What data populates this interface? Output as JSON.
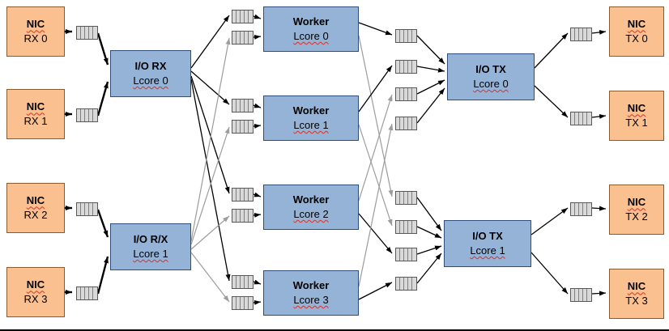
{
  "diagram": {
    "nic_rx": [
      {
        "line1": "NIC",
        "line2": "RX 0"
      },
      {
        "line1": "NIC",
        "line2": "RX 1"
      },
      {
        "line1": "NIC",
        "line2": "RX 2"
      },
      {
        "line1": "NIC",
        "line2": "RX 3"
      }
    ],
    "io_rx": [
      {
        "line1": "I/O RX",
        "line2": "Lcore 0"
      },
      {
        "line1": "I/O R/X",
        "line2": "Lcore 1"
      }
    ],
    "workers": [
      {
        "line1": "Worker",
        "line2": "Lcore 0"
      },
      {
        "line1": "Worker",
        "line2": "Lcore 1"
      },
      {
        "line1": "Worker",
        "line2": "Lcore 2"
      },
      {
        "line1": "Worker",
        "line2": "Lcore 3"
      }
    ],
    "io_tx": [
      {
        "line1": "I/O TX",
        "line2": "Lcore 0"
      },
      {
        "line1": "I/O TX",
        "line2": "Lcore 1"
      }
    ],
    "nic_tx": [
      {
        "line1": "NIC",
        "line2": "TX 0"
      },
      {
        "line1": "NIC",
        "line2": "TX 1"
      },
      {
        "line1": "NIC",
        "line2": "TX 2"
      },
      {
        "line1": "NIC",
        "line2": "TX 3"
      }
    ],
    "icons": {
      "queue": "queue-ring-icon"
    },
    "colors": {
      "nic_fill": "#FAC090",
      "nic_border": "#8a5a2b",
      "core_fill": "#95B3D7",
      "core_border": "#2e4d7b",
      "queue_fill": "#D9D9D9",
      "line_black": "#000000",
      "line_gray": "#9c9c9c"
    }
  }
}
